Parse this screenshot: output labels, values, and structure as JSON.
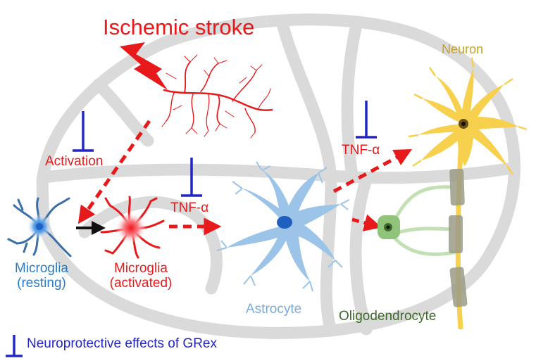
{
  "title": "Ischemic stroke",
  "labels": {
    "activation": "Activation",
    "tnf_alpha_1": "TNF-α",
    "tnf_alpha_2": "TNF-α",
    "neuron": "Neuron",
    "microglia_resting": "Microglia\n(resting)",
    "microglia_activated": "Microglia\n(activated)",
    "astrocyte": "Astrocyte",
    "oligodendrocyte": "Oligodendrocyte"
  },
  "legend": {
    "symbol": "inhibition-t-bar-icon",
    "text": "Neuroprotective effects of GRex"
  },
  "colors": {
    "stimulus_red": "#e8191b",
    "inhibition_blue": "#2326c2",
    "microglia_resting": "#2c7bc0",
    "astrocyte": "#9cc3e8",
    "neuron": "#f7d04e",
    "oligodendrocyte": "#8fc47a",
    "brain_outline": "#d9d9d9"
  }
}
